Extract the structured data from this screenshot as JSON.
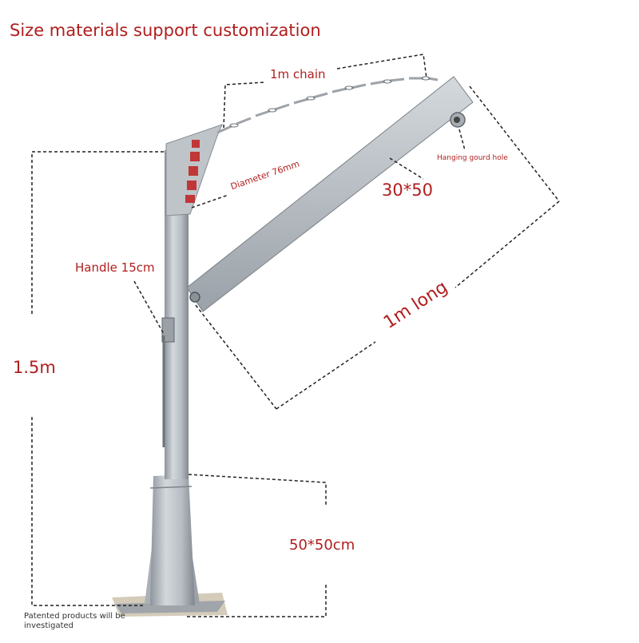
{
  "headline": "Size materials support customization",
  "annotations": {
    "chain": "1m chain",
    "gourd_hole": "Hanging gourd hole",
    "diameter": "Diameter 76mm",
    "section": "30*50",
    "handle": "Handle 15cm",
    "arm_length": "1m long",
    "height": "1.5m",
    "base": "50*50cm"
  },
  "footer_note": "Patented products will be investigated",
  "colors": {
    "label_red": "#b11e1e",
    "galvanized_steel": "#b8bec4",
    "dimension_lines": "#222222"
  }
}
